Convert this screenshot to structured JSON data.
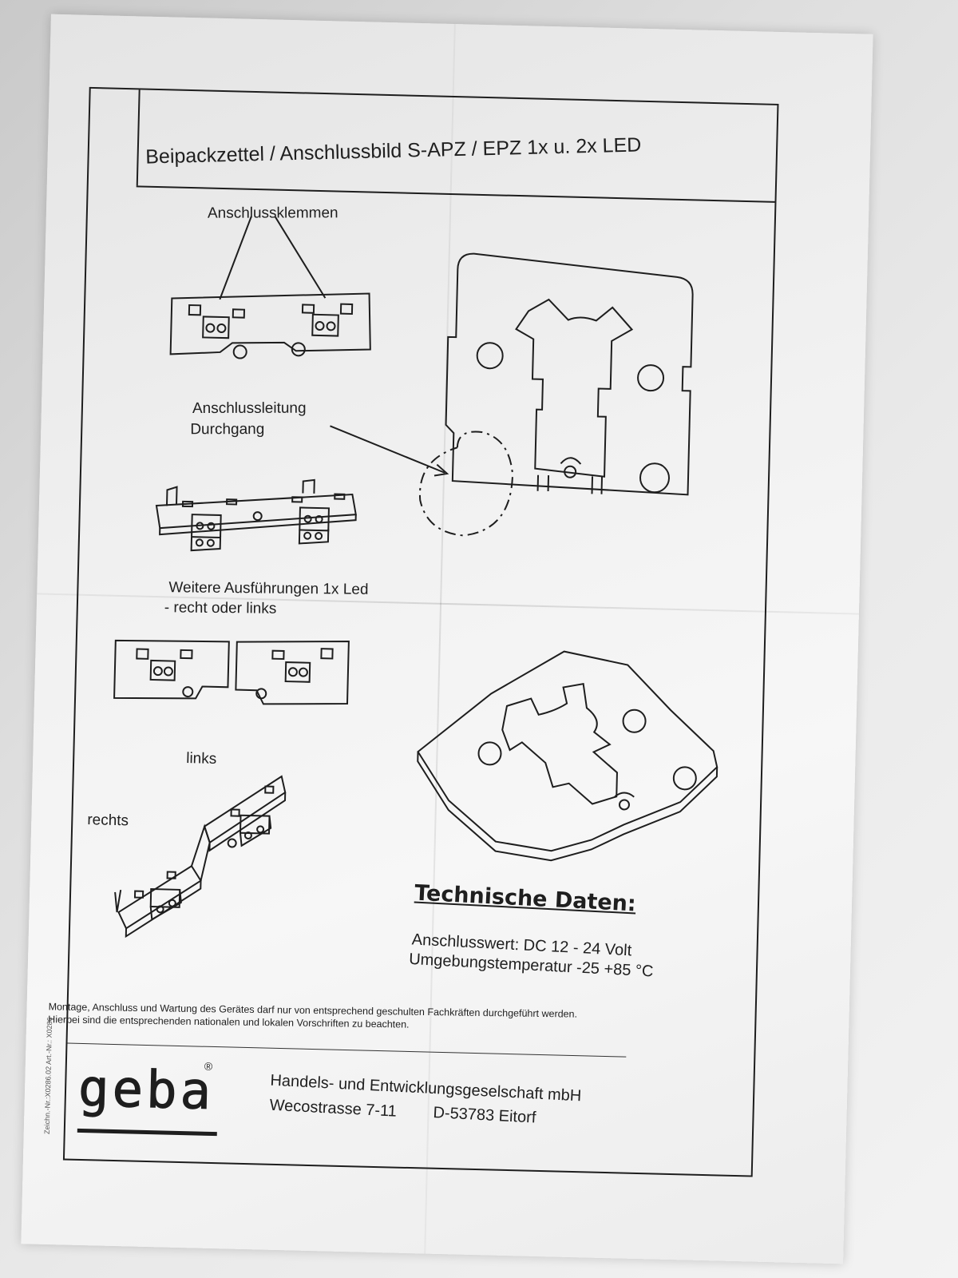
{
  "document": {
    "title": "Beipackzettel / Anschlussbild S-APZ / EPZ  1x u. 2x LED",
    "labels": {
      "terminals": "Anschlussklemmen",
      "cable": "Anschlussleitung",
      "passage": "Durchgang",
      "variants_line1": "Weitere Ausführungen 1x Led",
      "variants_line2": "- recht oder links",
      "left": "links",
      "right": "rechts"
    },
    "technical": {
      "heading": "Technische Daten:",
      "rating": "Anschlusswert: DC  12 - 24 Volt",
      "temperature": "Umgebungstemperatur -25 +85 °C"
    },
    "notice": {
      "line1": "Montage, Anschluss und Wartung des Gerätes darf nur von entsprechend geschulten Fachkräften durchgeführt werden.",
      "line2": "Hierbei sind die entsprechenden nationalen und lokalen Vorschriften zu beachten."
    },
    "company": {
      "logo": "geba",
      "registered_mark": "®",
      "name": "Handels- und Entwicklungsgeselschaft mbH",
      "address_street": "Wecostrasse 7-11",
      "address_city": "D-53783 Eitorf"
    },
    "drawing_number": "Zeichn.-Nr.:X0286.02  Art.-Nr.: X0286"
  },
  "colors": {
    "ink": "#1f1f1f",
    "paper": "#f3f3f3",
    "background": "#d8d8d8"
  }
}
